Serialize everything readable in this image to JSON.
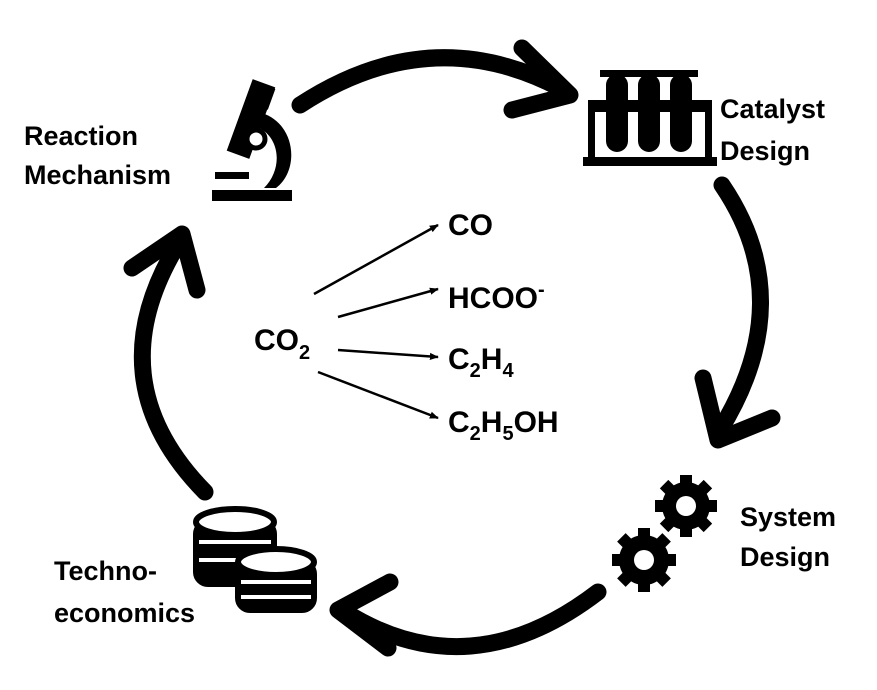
{
  "stages": {
    "reaction_mechanism": {
      "line1": "Reaction",
      "line2": "Mechanism",
      "icon": "microscope-icon"
    },
    "catalyst_design": {
      "line1": "Catalyst",
      "line2": "Design",
      "icon": "test-tubes-icon"
    },
    "system_design": {
      "line1": "System",
      "line2": "Design",
      "icon": "gears-icon"
    },
    "technoeconomics": {
      "line1": "Techno-",
      "line2": "economics",
      "icon": "coins-icon"
    }
  },
  "center": {
    "reactant": {
      "base": "CO",
      "sub": "2"
    },
    "products": [
      {
        "text": "CO"
      },
      {
        "text": "HCOO",
        "sup": "-"
      },
      {
        "part1": "C",
        "sub1": "2",
        "part2": "H",
        "sub2": "4"
      },
      {
        "part1": "C",
        "sub1": "2",
        "part2": "H",
        "sub2": "5",
        "part3": "OH"
      }
    ]
  },
  "colors": {
    "ink": "#000000",
    "background": "#ffffff"
  }
}
